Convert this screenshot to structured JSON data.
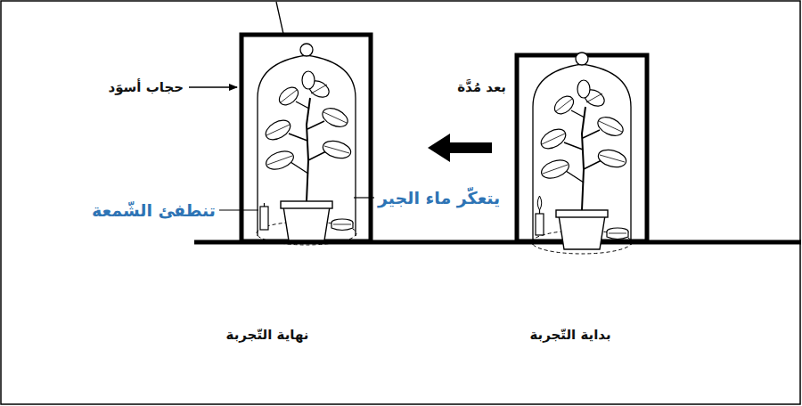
{
  "diagram": {
    "labels": [
      "حجاب أسوَد",
      "بعد مُدَّة",
      "تنطفئ الشّمعة",
      "يتعكّر ماء الجير",
      "نهاية التّجربة",
      "بداية التّجربة"
    ]
  }
}
